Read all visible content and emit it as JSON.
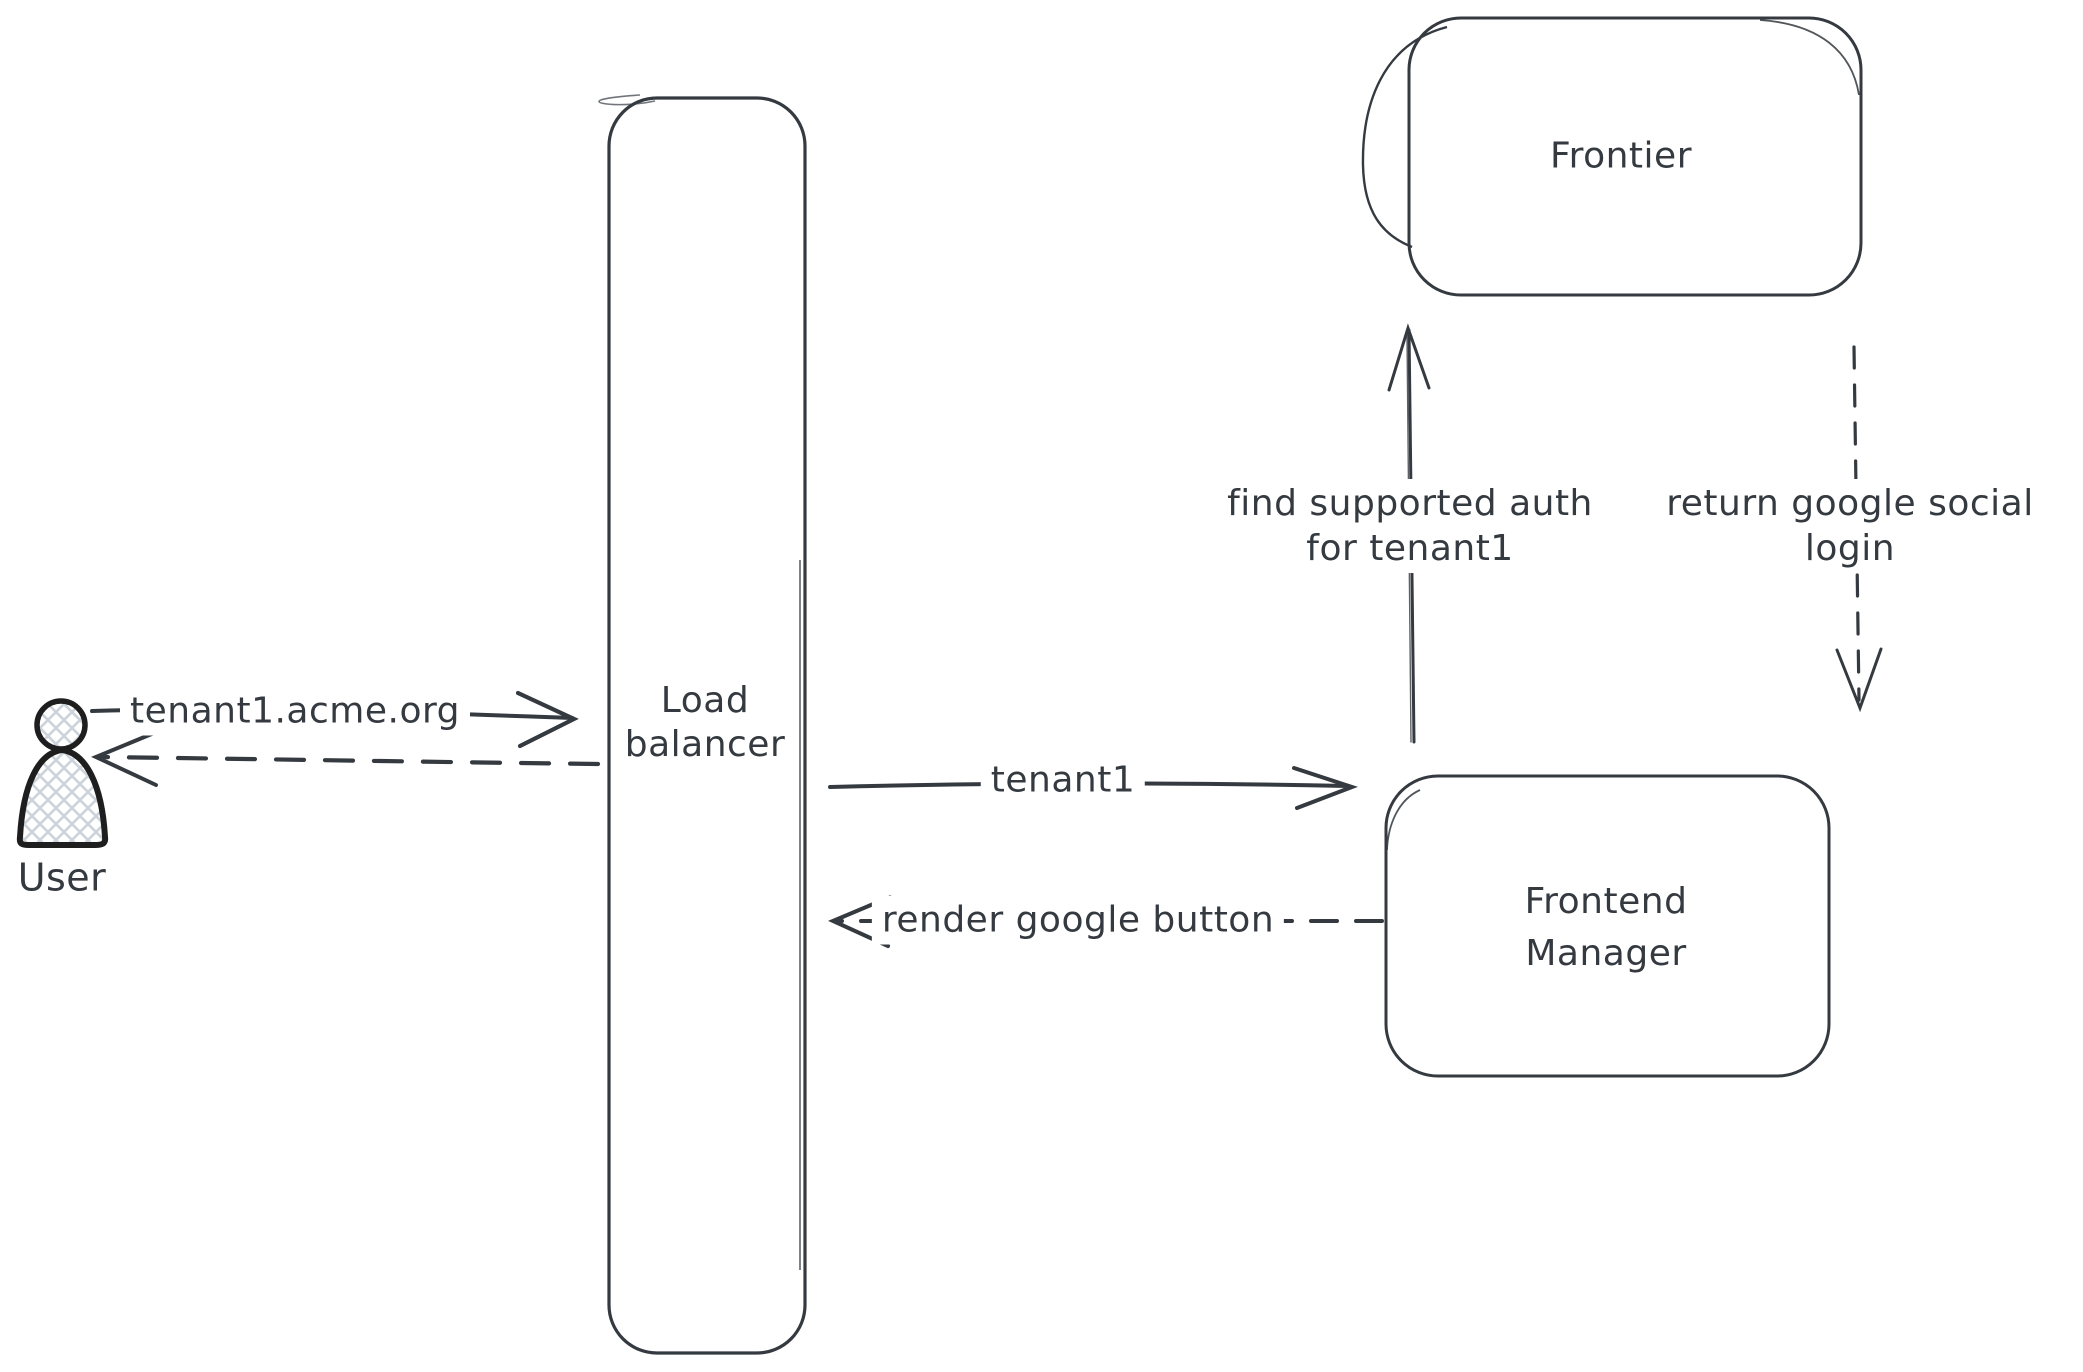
{
  "diagram": {
    "background_color": "#ffffff",
    "stroke_color": "#343a40",
    "user_outline_color": "#1e1e1e",
    "user_hatch_color": "#ccd3da",
    "nodes": {
      "user": {
        "label": "User"
      },
      "load_balancer": {
        "line1": "Load",
        "line2": "balancer"
      },
      "frontier": {
        "label": "Frontier"
      },
      "frontend_manager": {
        "line1": "Frontend",
        "line2": "Manager"
      }
    },
    "edges": {
      "user_to_lb": {
        "label": "tenant1.acme.org",
        "style": "solid",
        "direction": "right"
      },
      "lb_to_user": {
        "label": "",
        "style": "dashed",
        "direction": "left"
      },
      "lb_to_fm": {
        "label": "tenant1",
        "style": "solid",
        "direction": "right"
      },
      "fm_to_lb": {
        "label": "render google button",
        "style": "dashed",
        "direction": "left"
      },
      "fm_to_frontier": {
        "line1": "find supported auth",
        "line2": "for tenant1",
        "style": "solid",
        "direction": "up"
      },
      "frontier_to_fm": {
        "line1": "return google social",
        "line2": "login",
        "style": "dashed",
        "direction": "down"
      }
    }
  }
}
